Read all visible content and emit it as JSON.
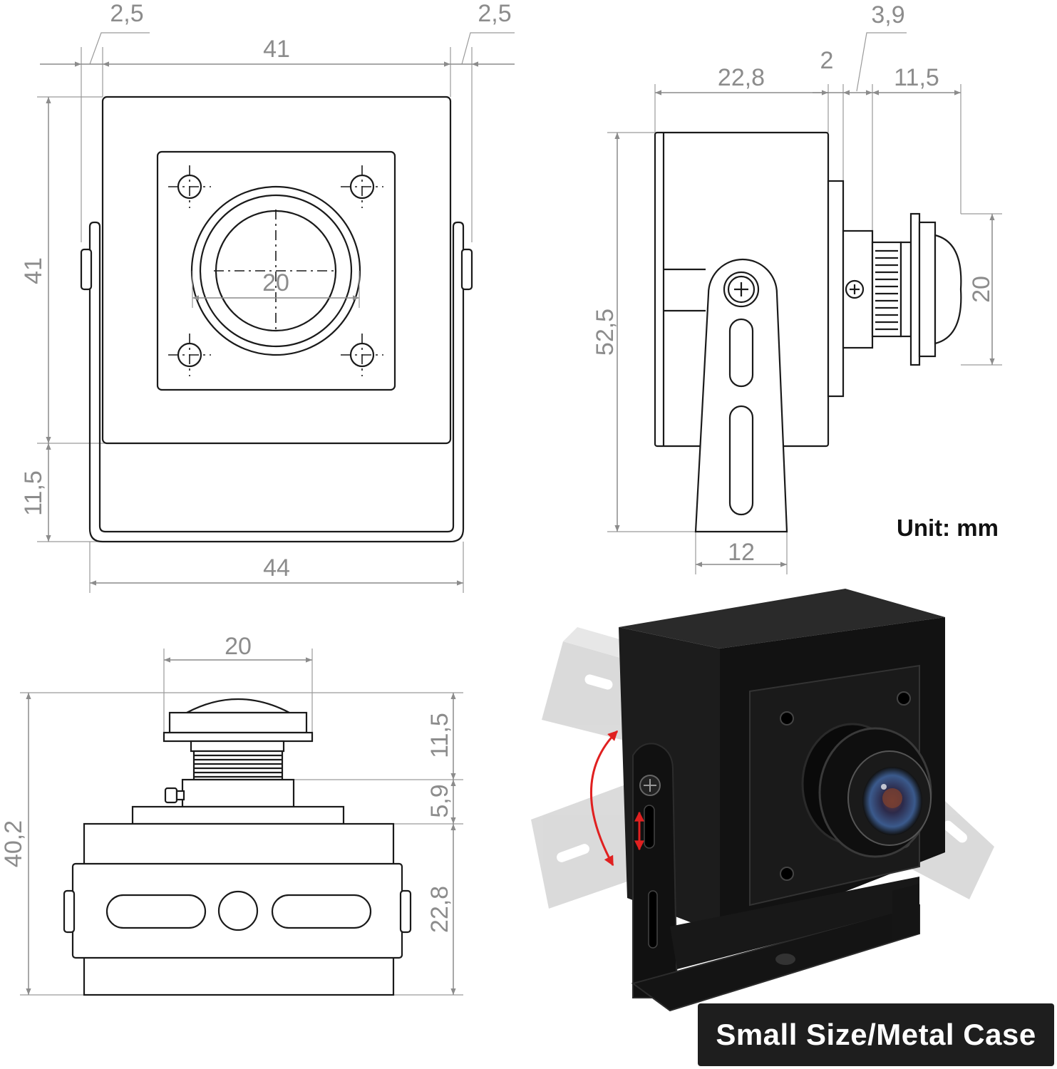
{
  "unit_label": "Unit: mm",
  "banner": "Small Size/Metal Case",
  "front_view": {
    "top_left_gap": "2,5",
    "top_width": "41",
    "top_right_gap": "2,5",
    "height": "41",
    "lens_diameter": "20",
    "bracket_height": "11,5",
    "overall_width": "44"
  },
  "side_view": {
    "body_depth": "22,8",
    "plate_thickness": "2",
    "lens_mount": "3,9",
    "lens_length": "11,5",
    "overall_height": "52,5",
    "lens_diameter": "20",
    "bracket_width": "12"
  },
  "top_view": {
    "lens_diameter": "20",
    "lens_length": "11,5",
    "mount_length": "5,9",
    "overall_depth": "40,2",
    "body_depth": "22,8"
  },
  "colors": {
    "dimension": "#8c8c8c",
    "outline": "#1a1a1a",
    "banner_bg": "#1e1e1e",
    "arrow_red": "#e02020",
    "camera_body": "#151515"
  }
}
